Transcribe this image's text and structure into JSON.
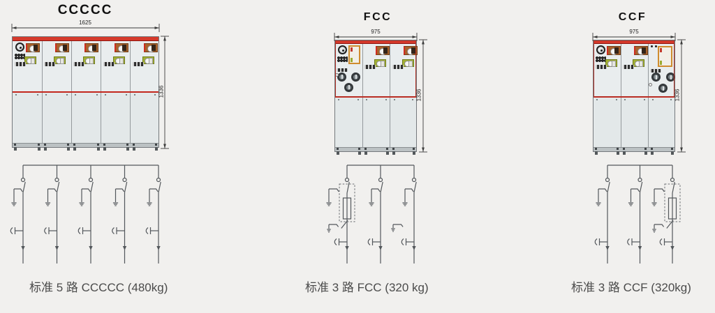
{
  "page_background": "#f1f0ee",
  "colors": {
    "accent_red": "#d5392b",
    "mid_line_red": "#c3271d",
    "schematic_line": "#53575b",
    "cabinet_body": "#e9edee",
    "orange_indicator": "#a8622b",
    "green_indicator": "#a4b232",
    "fuse_box_border": "#cf8c2e"
  },
  "groups": [
    {
      "title": "CCCCC",
      "width_label": "1625",
      "height_label": "1336",
      "caption": "标准 5 路 CCCCC (480kg)",
      "cabinet": {
        "columns": [
          {
            "type": "C",
            "gauge": true
          },
          {
            "type": "C"
          },
          {
            "type": "C"
          },
          {
            "type": "C"
          },
          {
            "type": "C"
          }
        ]
      },
      "schematic": {
        "drops": [
          {
            "type": "C"
          },
          {
            "type": "C"
          },
          {
            "type": "C"
          },
          {
            "type": "C"
          },
          {
            "type": "C"
          }
        ]
      }
    },
    {
      "title": "FCC",
      "width_label": "975",
      "height_label": "1336",
      "caption": "标准 3 路 FCC (320 kg)",
      "cabinet": {
        "columns": [
          {
            "type": "F",
            "gauge": true
          },
          {
            "type": "C"
          },
          {
            "type": "C"
          }
        ]
      },
      "schematic": {
        "drops": [
          {
            "type": "F"
          },
          {
            "type": "C"
          },
          {
            "type": "C",
            "extra_earth": true
          }
        ]
      }
    },
    {
      "title": "CCF",
      "width_label": "975",
      "height_label": "1336",
      "caption": "标准 3 路 CCF (320kg)",
      "cabinet": {
        "columns": [
          {
            "type": "C",
            "gauge": true
          },
          {
            "type": "C"
          },
          {
            "type": "F"
          }
        ]
      },
      "schematic": {
        "drops": [
          {
            "type": "C"
          },
          {
            "type": "C"
          },
          {
            "type": "F"
          }
        ]
      }
    }
  ]
}
